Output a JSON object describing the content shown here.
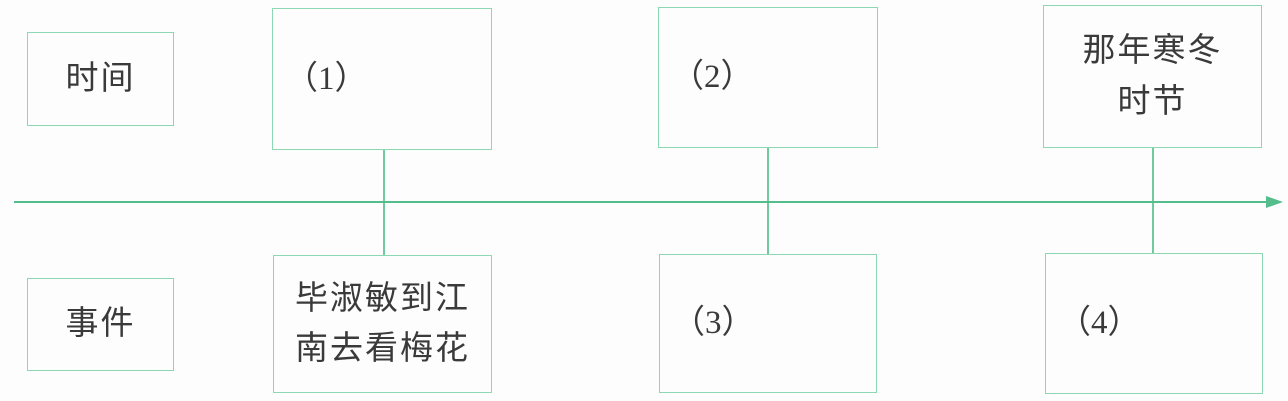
{
  "diagram": {
    "type": "timeline",
    "row_labels": {
      "time": "时间",
      "event": "事件"
    },
    "time_boxes": [
      {
        "lines": [
          "（1）"
        ]
      },
      {
        "lines": [
          "（2）"
        ]
      },
      {
        "lines": [
          "那年寒冬",
          "时节"
        ]
      }
    ],
    "event_boxes": [
      {
        "lines": [
          "毕淑敏到江",
          "南去看梅花"
        ]
      },
      {
        "lines": [
          "（3）"
        ]
      },
      {
        "lines": [
          "（4）"
        ]
      }
    ],
    "colors": {
      "box_border": "#8bd8b3",
      "timeline": "#55bd8b",
      "connector": "#6fcb9e",
      "text": "#3a3a3a",
      "background": "#fcfdfc"
    }
  }
}
